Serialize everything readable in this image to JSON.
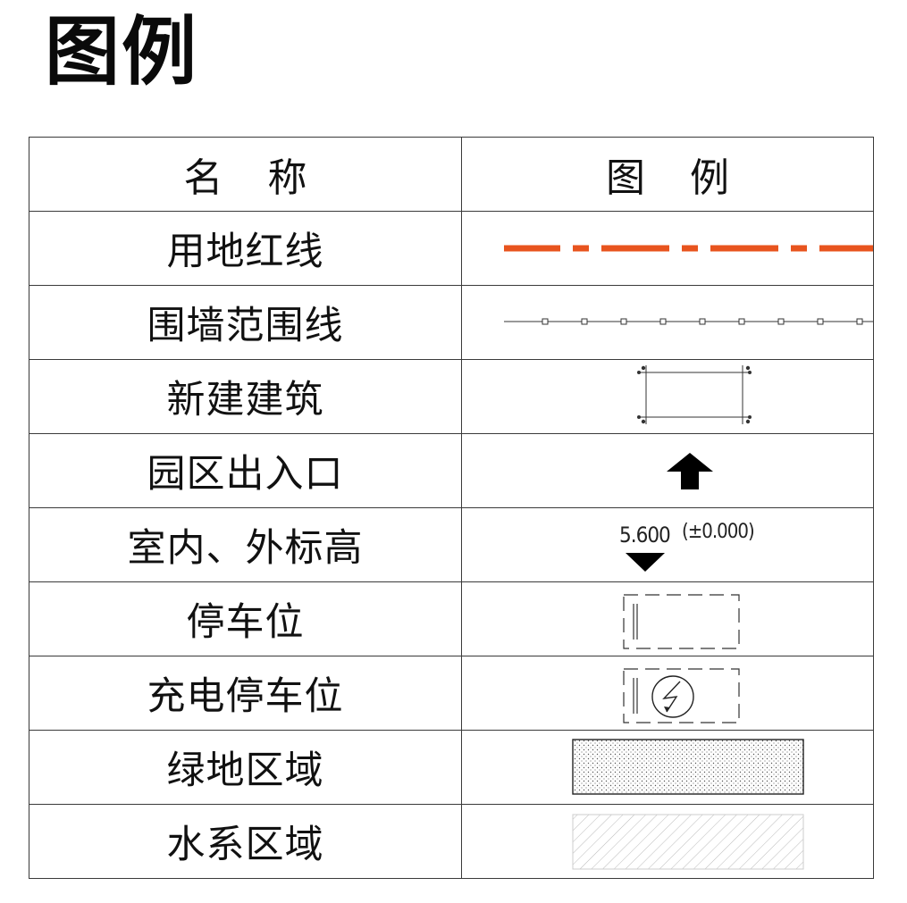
{
  "title": "图例",
  "table": {
    "header_name": "名称",
    "header_symbol": "图例"
  },
  "rows": [
    {
      "name": "用地红线",
      "icon": "dash-dot-line-icon"
    },
    {
      "name": "围墙范围线",
      "icon": "square-marker-line-icon"
    },
    {
      "name": "新建建筑",
      "icon": "building-outline-icon"
    },
    {
      "name": "园区出入口",
      "icon": "up-arrow-icon"
    },
    {
      "name": "室内、外标高",
      "icon": "elevation-triangle-icon"
    },
    {
      "name": "停车位",
      "icon": "dashed-parking-space-icon"
    },
    {
      "name": "充电停车位",
      "icon": "charging-parking-space-icon"
    },
    {
      "name": "绿地区域",
      "icon": "dotted-fill-icon"
    },
    {
      "name": "水系区域",
      "icon": "hatched-fill-icon"
    }
  ],
  "elevation": {
    "value": "5.600",
    "reference": "(±0.000)"
  },
  "colors": {
    "red_line": "#e8541e",
    "line": "#333333",
    "symbol_black": "#000000"
  }
}
